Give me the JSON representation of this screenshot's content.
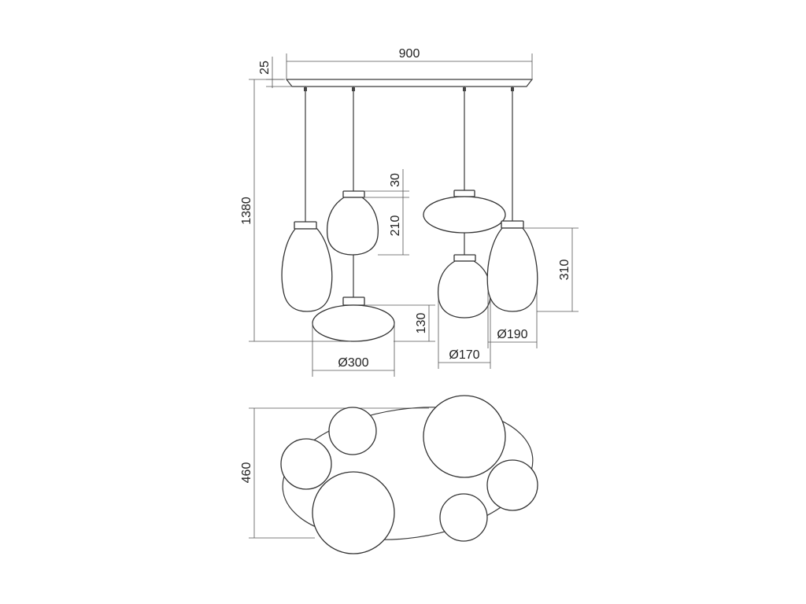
{
  "dimensions": {
    "width": "900",
    "canopy_height": "25",
    "total_height": "1380",
    "neck_height": "30",
    "small_shade_height": "210",
    "tall_shade_height": "310",
    "disc_height": "130",
    "disc_diameter": "Ø300",
    "small_diameter": "Ø170",
    "tall_diameter": "Ø190",
    "plan_depth": "460"
  }
}
